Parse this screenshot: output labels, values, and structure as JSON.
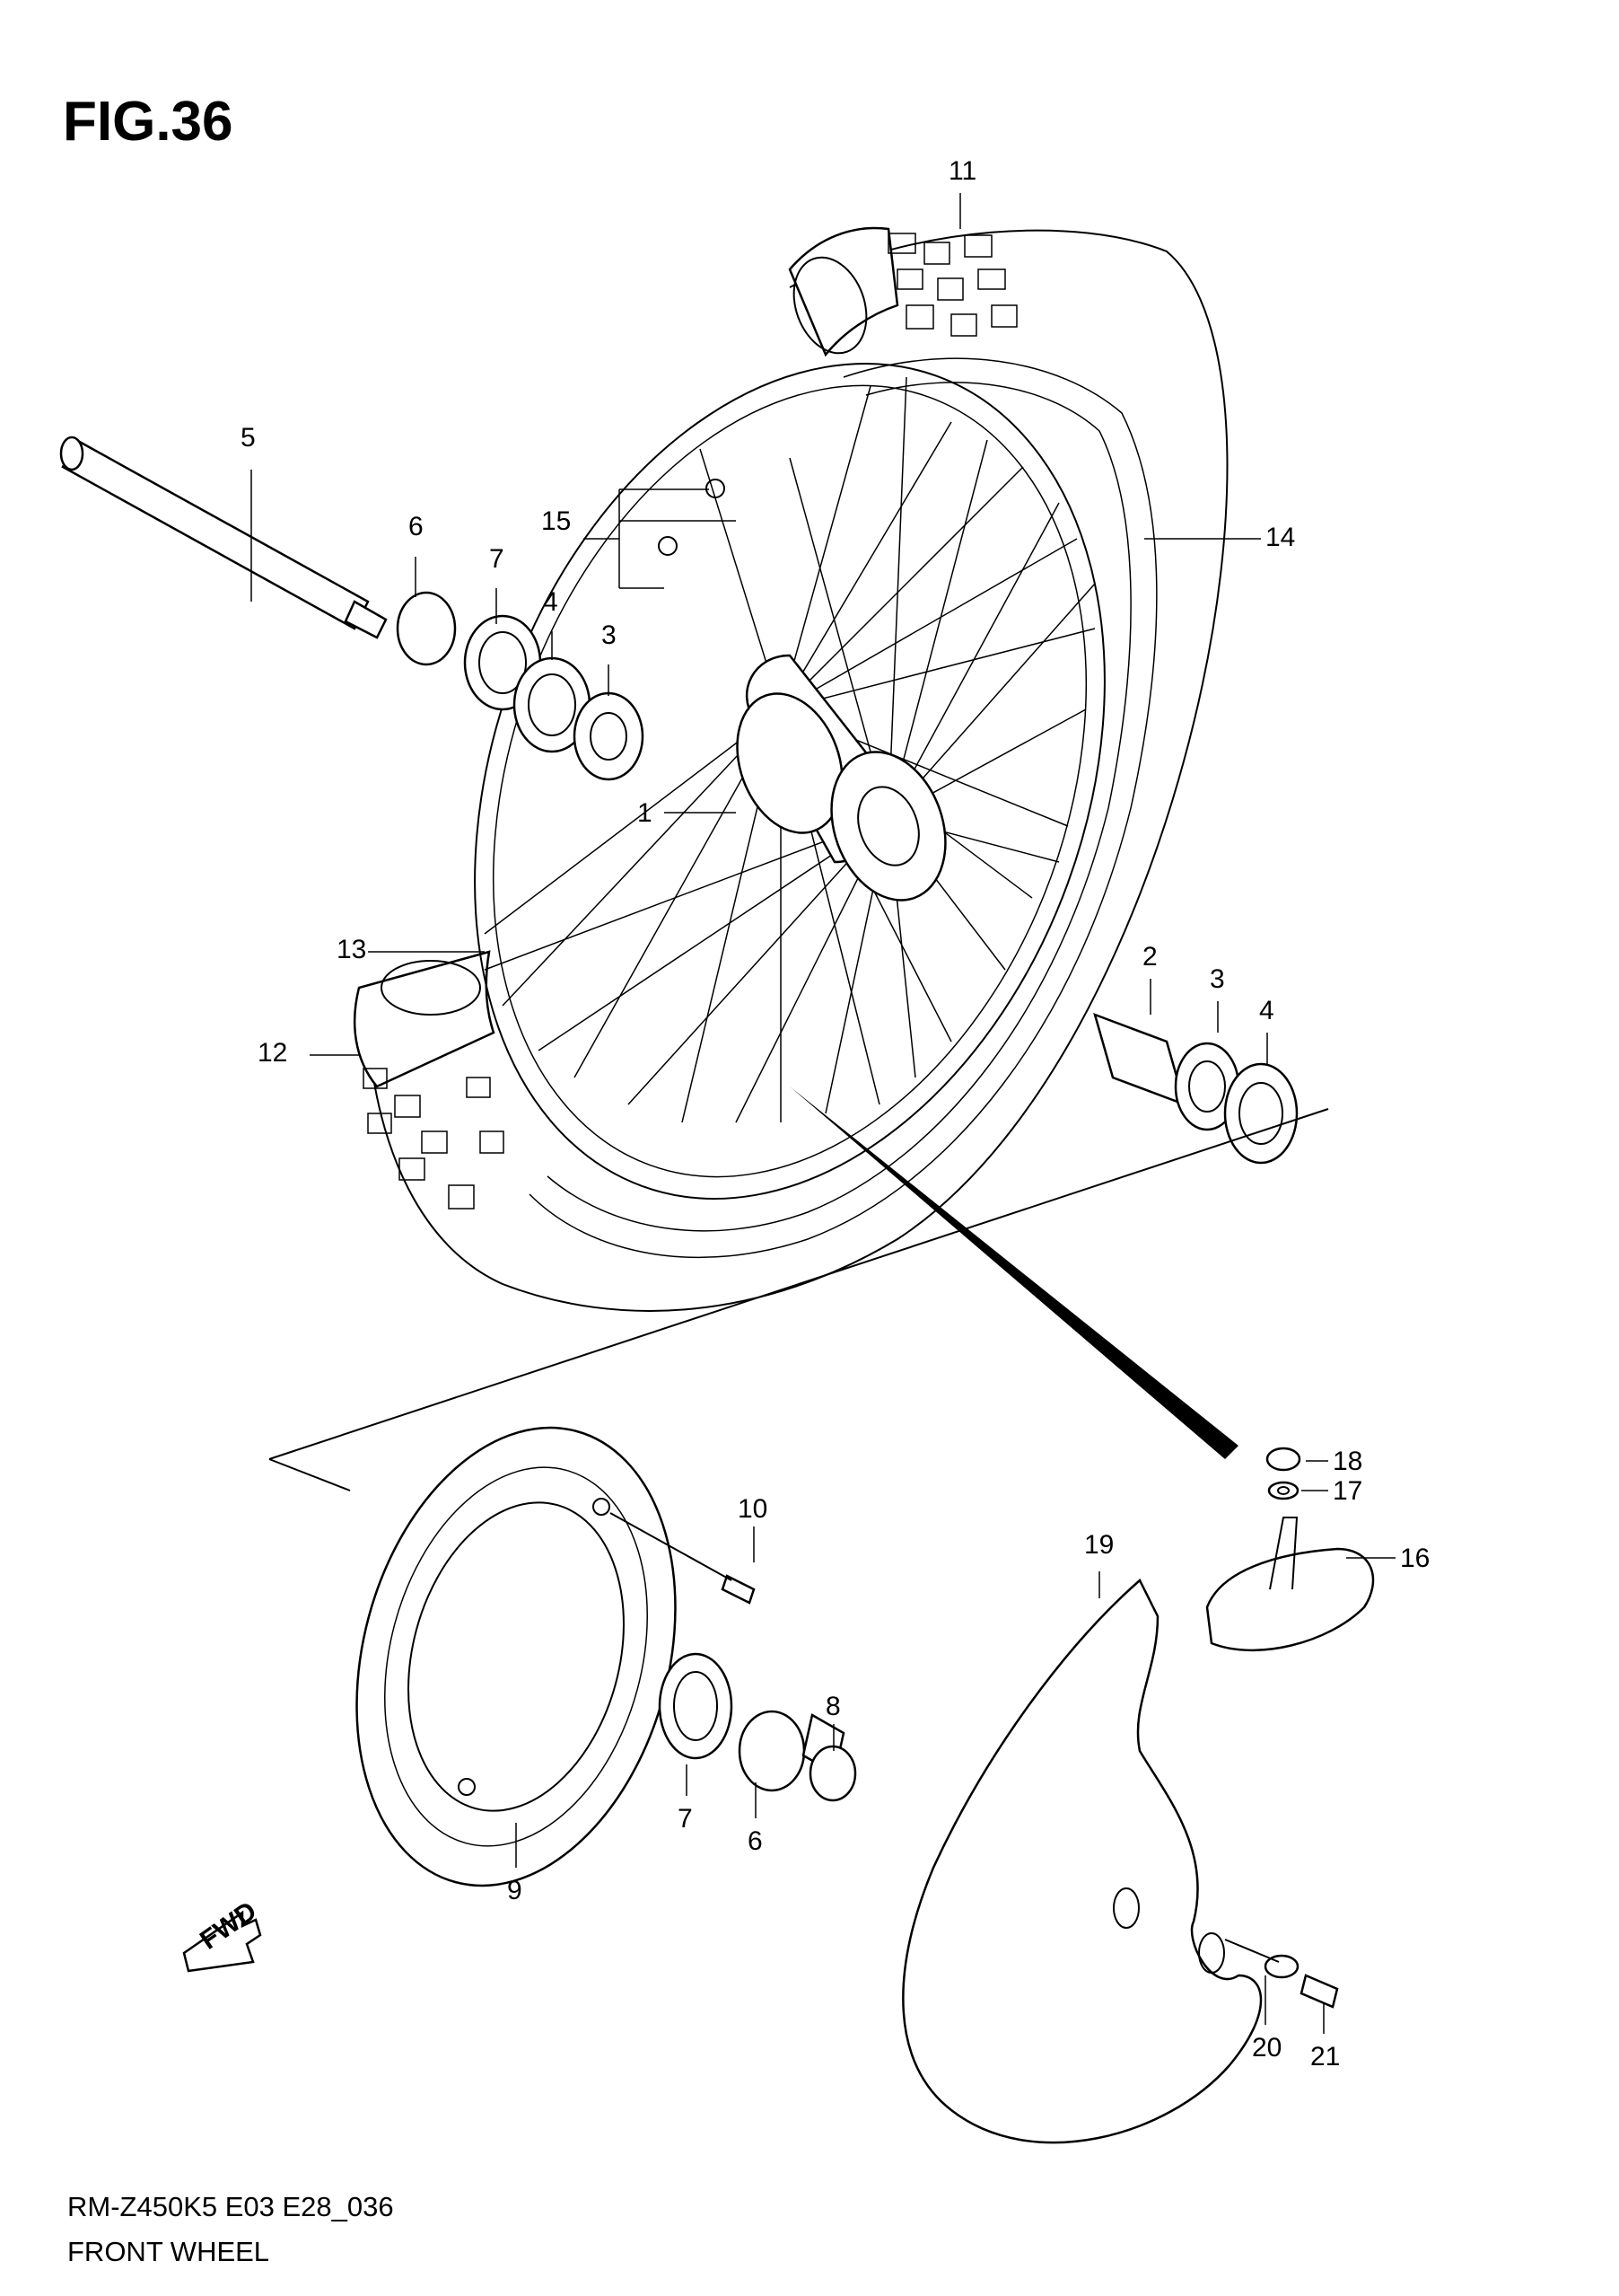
{
  "figure": {
    "title": "FIG.36",
    "model_code": "RM-Z450K5  E03 E28_036",
    "section_name": "FRONT WHEEL",
    "fwd_label": "FWD"
  },
  "callouts": [
    {
      "id": "c1",
      "label": "1"
    },
    {
      "id": "c2",
      "label": "2"
    },
    {
      "id": "c3a",
      "label": "3"
    },
    {
      "id": "c3b",
      "label": "3"
    },
    {
      "id": "c4a",
      "label": "4"
    },
    {
      "id": "c4b",
      "label": "4"
    },
    {
      "id": "c5",
      "label": "5"
    },
    {
      "id": "c6a",
      "label": "6"
    },
    {
      "id": "c6b",
      "label": "6"
    },
    {
      "id": "c7a",
      "label": "7"
    },
    {
      "id": "c7b",
      "label": "7"
    },
    {
      "id": "c8",
      "label": "8"
    },
    {
      "id": "c9",
      "label": "9"
    },
    {
      "id": "c10",
      "label": "10"
    },
    {
      "id": "c11",
      "label": "11"
    },
    {
      "id": "c12",
      "label": "12"
    },
    {
      "id": "c13",
      "label": "13"
    },
    {
      "id": "c14",
      "label": "14"
    },
    {
      "id": "c15",
      "label": "15"
    },
    {
      "id": "c16",
      "label": "16"
    },
    {
      "id": "c17",
      "label": "17"
    },
    {
      "id": "c18",
      "label": "18"
    },
    {
      "id": "c19",
      "label": "19"
    },
    {
      "id": "c20",
      "label": "20"
    },
    {
      "id": "c21",
      "label": "21"
    }
  ]
}
